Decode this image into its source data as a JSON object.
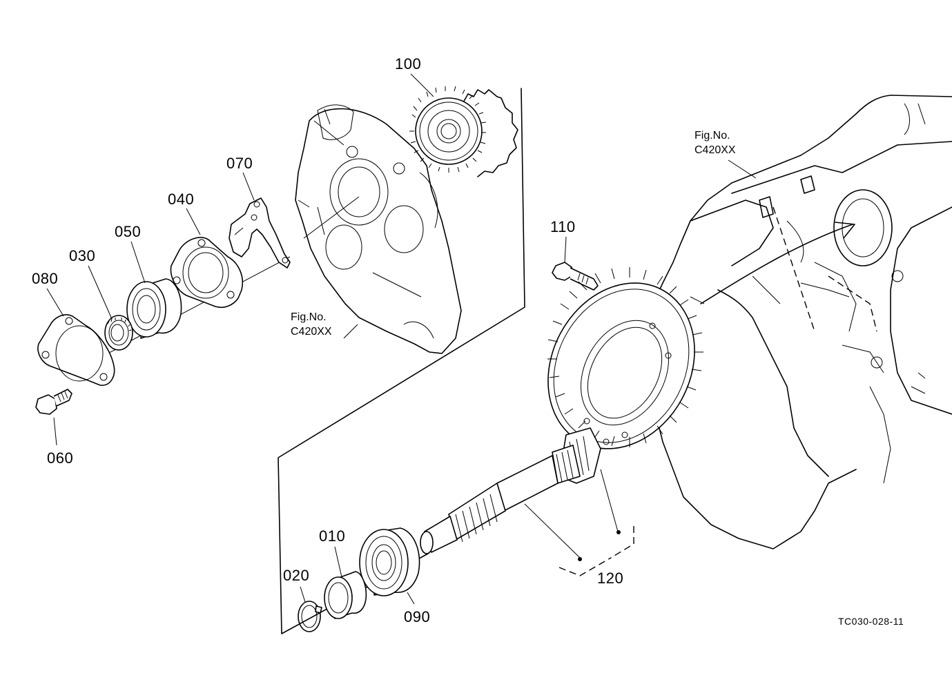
{
  "parts": [
    {
      "id": "p100",
      "number": "100"
    },
    {
      "id": "p070",
      "number": "070"
    },
    {
      "id": "p040",
      "number": "040"
    },
    {
      "id": "p050",
      "number": "050"
    },
    {
      "id": "p030",
      "number": "030"
    },
    {
      "id": "p080",
      "number": "080"
    },
    {
      "id": "p060",
      "number": "060"
    },
    {
      "id": "p110",
      "number": "110"
    },
    {
      "id": "p010",
      "number": "010"
    },
    {
      "id": "p020",
      "number": "020"
    },
    {
      "id": "p090",
      "number": "090"
    },
    {
      "id": "p120",
      "number": "120"
    }
  ],
  "figure_refs": [
    {
      "line1": "Fig.No.",
      "line2": "C420XX"
    },
    {
      "line1": "Fig.No.",
      "line2": "C420XX"
    }
  ],
  "drawing_code": "TC030-028-11"
}
